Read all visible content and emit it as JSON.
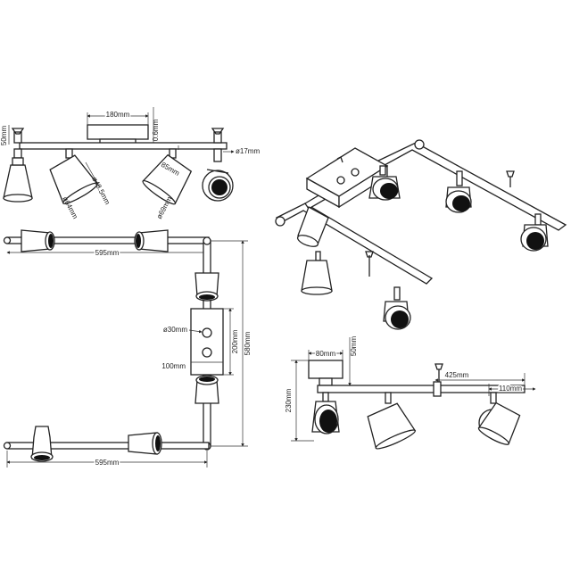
{
  "front_view": {
    "plate_width": "180mm",
    "plate_depth": "0.6mm",
    "stem_height": "50mm",
    "rod_diameter": "ø17mm",
    "spot_diameter_top": "ø48.5mm",
    "spot_diameter_bottom": "ø64mm",
    "spot_length": "85mm",
    "spot_diameter_large": "ø69mm"
  },
  "top_view": {
    "arm_length_top": "595mm",
    "arm_length_bottom": "595mm",
    "plate_hole": "ø30mm",
    "plate_height": "200mm",
    "plate_width": "100mm",
    "overall_height": "580mm"
  },
  "side_view": {
    "plate_width": "80mm",
    "plate_height": "50mm",
    "arm_length": "425mm",
    "tip_length": "110mm",
    "overall_height": "230mm"
  }
}
